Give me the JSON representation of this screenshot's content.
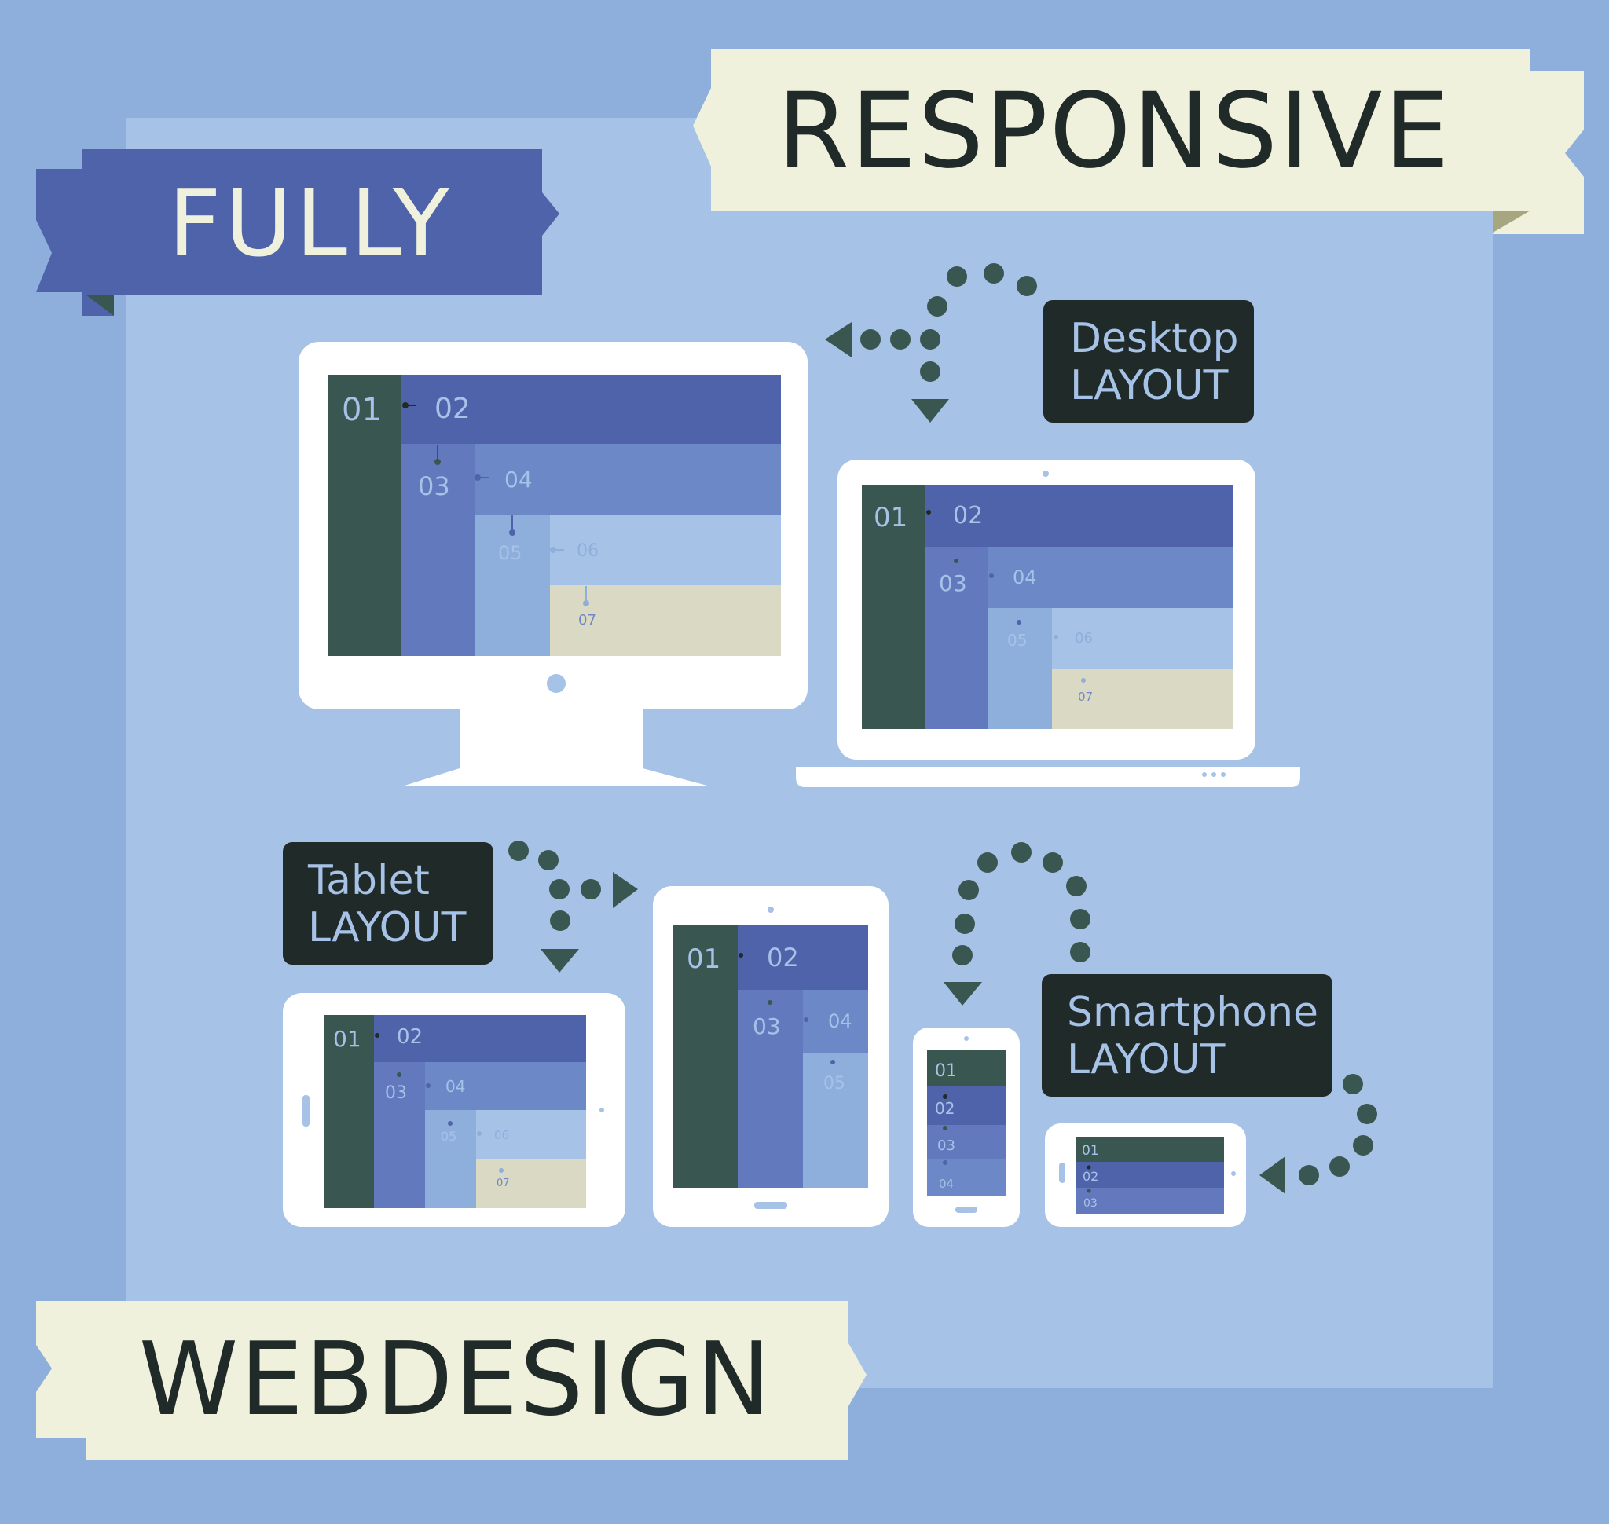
{
  "banners": {
    "fully": "FULLY",
    "responsive": "RESPONSIVE",
    "webdesign": "WEBDESIGN"
  },
  "labels": {
    "desktop": {
      "line1": "Desktop",
      "line2": "LAYOUT"
    },
    "tablet": {
      "line1": "Tablet",
      "line2": "LAYOUT"
    },
    "smartphone": {
      "line1": "Smartphone",
      "line2": "LAYOUT"
    }
  },
  "blocks": {
    "b01": "01",
    "b02": "02",
    "b03": "03",
    "b04": "04",
    "b05": "05",
    "b06": "06",
    "b07": "07"
  },
  "colors": {
    "background": "#8eafdc",
    "panel": "#a6c2e7",
    "navy_banner": "#4f63aa",
    "cream_banner": "#f0f1dc",
    "dark_label": "#202a28",
    "block_01": "#3a5650",
    "block_02": "#4f63aa",
    "block_03": "#6279bd",
    "block_04": "#6d88c6",
    "block_05": "#8eafdc",
    "block_06": "#a6c2e7",
    "block_07": "#d9d9c4",
    "arrow_dots": "#3a5650"
  },
  "devices": [
    "desktop-monitor",
    "laptop",
    "tablet-landscape",
    "tablet-portrait",
    "phone-portrait",
    "phone-landscape"
  ]
}
